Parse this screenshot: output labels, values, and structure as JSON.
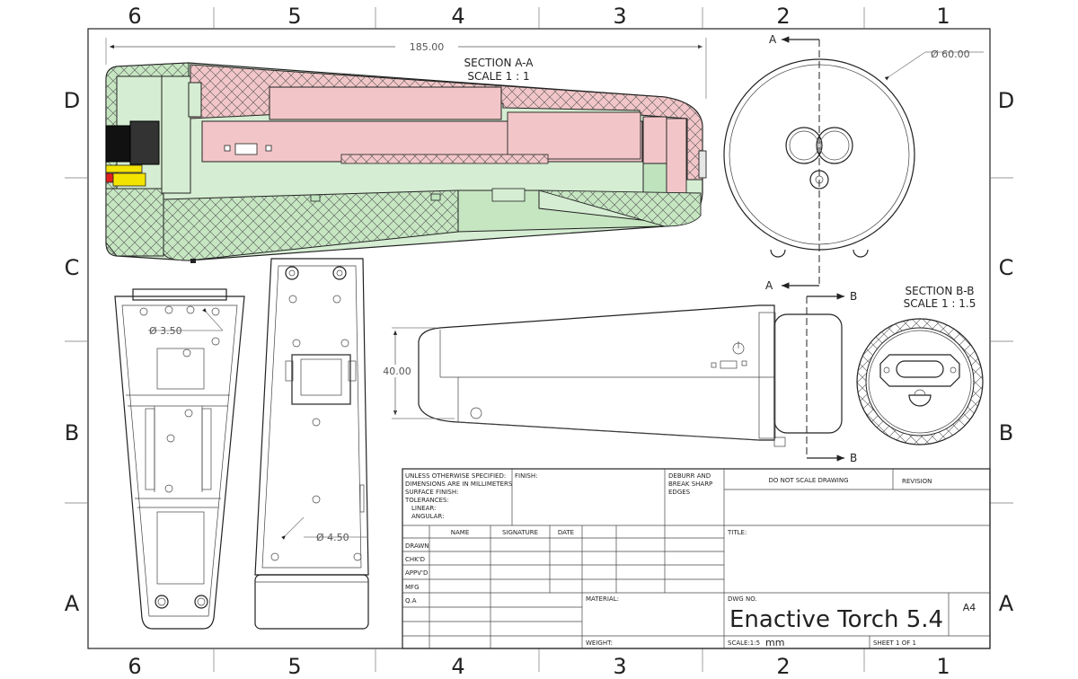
{
  "zones": {
    "top": [
      "6",
      "5",
      "4",
      "3",
      "2",
      "1"
    ],
    "bottom": [
      "6",
      "5",
      "4",
      "3",
      "2",
      "1"
    ],
    "left": [
      "D",
      "C",
      "B",
      "A"
    ],
    "right": [
      "D",
      "C",
      "B",
      "A"
    ]
  },
  "section_aa": {
    "title": "SECTION A-A",
    "scale": "SCALE 1 : 1"
  },
  "section_bb": {
    "title": "SECTION B-B",
    "scale": "SCALE 1 : 1.5"
  },
  "dimensions": {
    "length": "185.00",
    "diameter_60": "Ø 60.00",
    "diameter_350": "Ø 3.50",
    "diameter_450": "Ø 4.50",
    "height_40": "40.00"
  },
  "section_markers": {
    "a": "A",
    "b": "B"
  },
  "colors": {
    "pink": "#f2c6c8",
    "green": "#d5edd2",
    "yellow": "#f3e300",
    "red": "#e02020"
  },
  "title_block": {
    "notes": [
      "UNLESS OTHERWISE SPECIFIED:",
      "DIMENSIONS ARE IN MILLIMETERS",
      "SURFACE FINISH:",
      "TOLERANCES:",
      "LINEAR:",
      "ANGULAR:"
    ],
    "finish": "FINISH:",
    "deburr": [
      "DEBURR AND",
      "BREAK SHARP",
      "EDGES"
    ],
    "do_not_scale": "DO NOT SCALE DRAWING",
    "revision": "REVISION",
    "columns": [
      "NAME",
      "SIGNATURE",
      "DATE"
    ],
    "rows": [
      "DRAWN",
      "CHK'D",
      "APPV'D",
      "MFG",
      "Q.A"
    ],
    "title_label": "TITLE:",
    "material": "MATERIAL:",
    "weight": "WEIGHT:",
    "dwg_no": "DWG NO.",
    "dwg_title": "Enactive Torch 5.4",
    "size": "A4",
    "scale": "SCALE:1:5",
    "units": "mm",
    "sheet": "SHEET 1 OF 1"
  }
}
